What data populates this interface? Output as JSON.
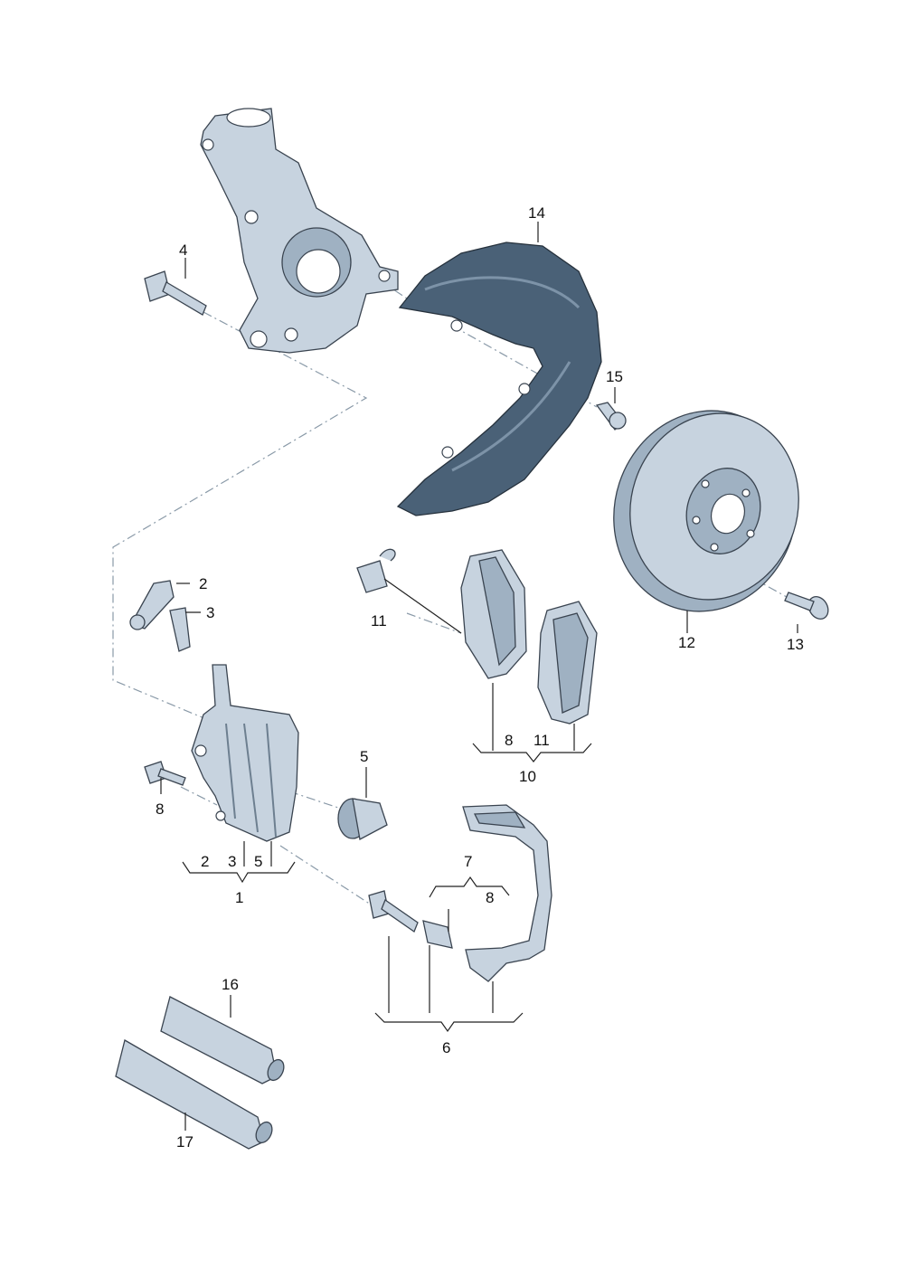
{
  "labels": {
    "l1": "1",
    "l2": "2",
    "l3": "3",
    "l4": "4",
    "l5": "5",
    "l6": "6",
    "l7": "7",
    "l8a": "8",
    "l8b": "8",
    "l8c": "8",
    "l10": "10",
    "l11a": "11",
    "l11b": "11",
    "l12": "12",
    "l13": "13",
    "l14": "14",
    "l15": "15",
    "l16": "16",
    "l17": "17",
    "g1a": "2",
    "g1b": "3",
    "g1c": "5"
  },
  "colors": {
    "part": "#c7d3df",
    "shield": "#4a6177",
    "outline": "#3a4450"
  }
}
